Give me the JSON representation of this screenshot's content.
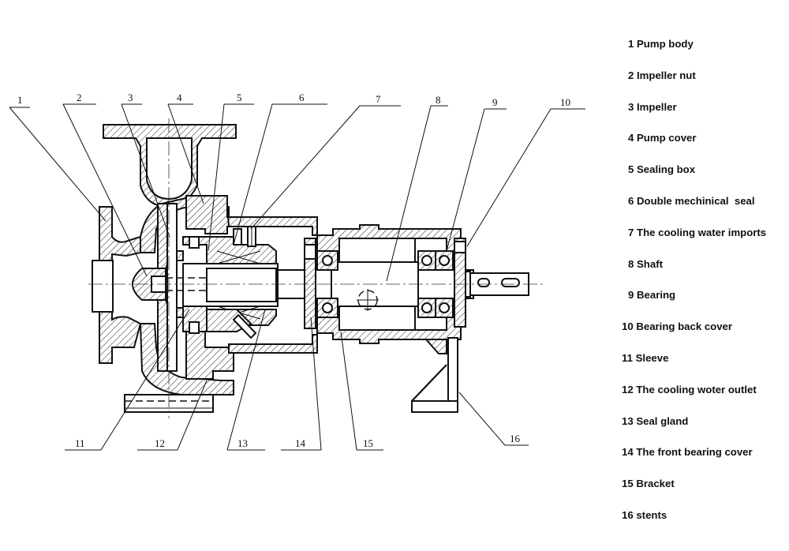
{
  "diagram": {
    "subject": "pump-cross-section",
    "colors": {
      "line": "#111111",
      "background": "#ffffff"
    },
    "callouts": [
      "1",
      "2",
      "3",
      "4",
      "5",
      "6",
      "7",
      "8",
      "9",
      "10",
      "11",
      "12",
      "13",
      "14",
      "15",
      "16"
    ]
  },
  "legend": {
    "items": [
      {
        "num": "1",
        "label": "Pump body"
      },
      {
        "num": "2",
        "label": "Impeller nut"
      },
      {
        "num": "3",
        "label": "Impeller"
      },
      {
        "num": "4",
        "label": "Pump cover"
      },
      {
        "num": "5",
        "label": "Sealing box"
      },
      {
        "num": "6",
        "label": "Double mechinical  seal"
      },
      {
        "num": "7",
        "label": "The cooling water imports"
      },
      {
        "num": "8",
        "label": "Shaft"
      },
      {
        "num": "9",
        "label": "Bearing"
      },
      {
        "num": "10",
        "label": "Bearing back cover"
      },
      {
        "num": "11",
        "label": "Sleeve"
      },
      {
        "num": "12",
        "label": "The cooling woter outlet"
      },
      {
        "num": "13",
        "label": "Seal gland"
      },
      {
        "num": "14",
        "label": "The front bearing cover"
      },
      {
        "num": "15",
        "label": "Bracket"
      },
      {
        "num": "16",
        "label": "stents"
      }
    ]
  }
}
